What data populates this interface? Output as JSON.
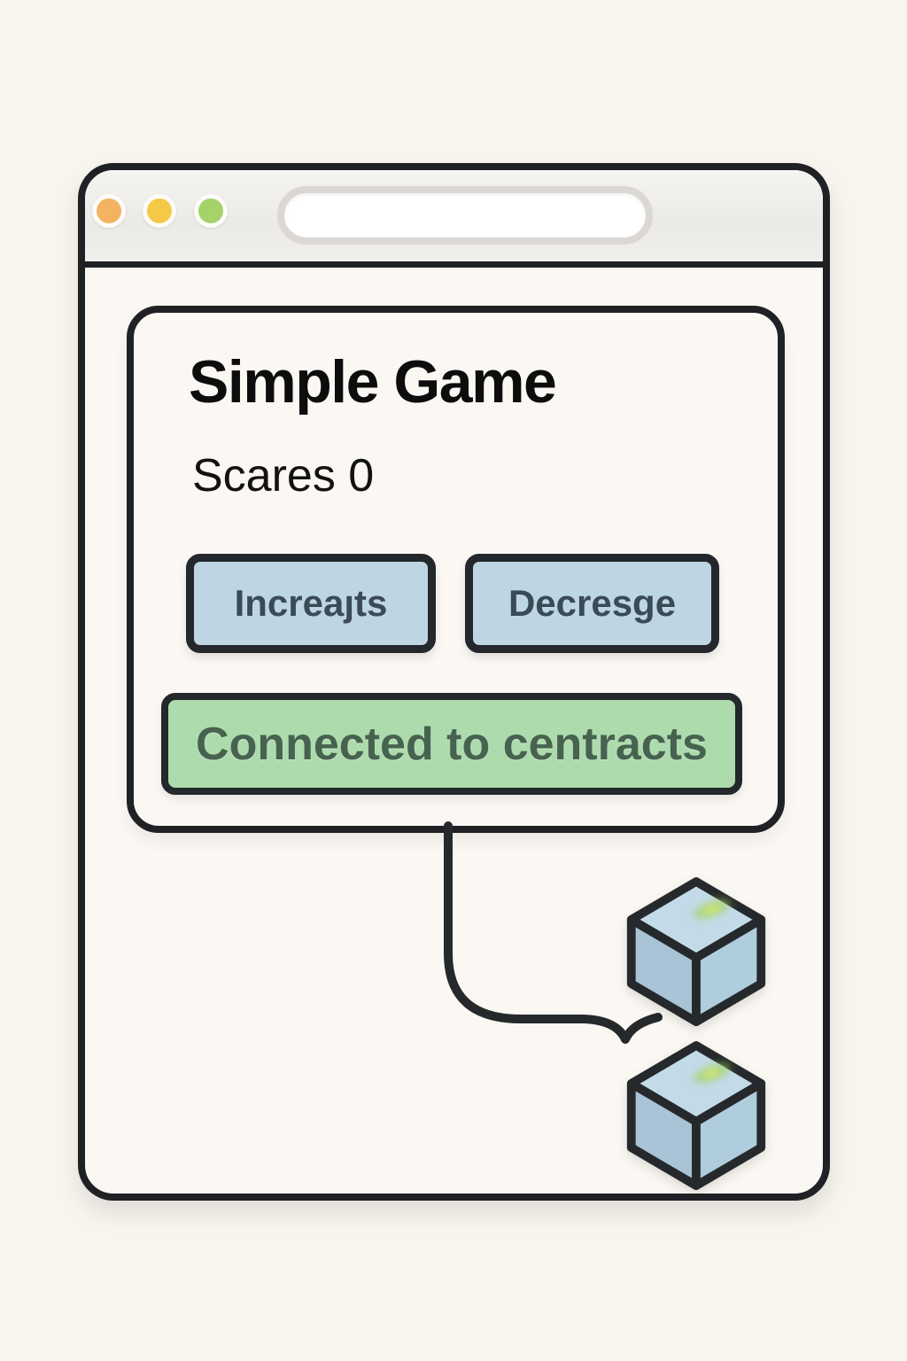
{
  "window": {
    "title_bar": {
      "traffic_lights": [
        {
          "name": "close-dot",
          "color": "#f3b360"
        },
        {
          "name": "minimize-dot",
          "color": "#f5c945"
        },
        {
          "name": "maximize-dot",
          "color": "#a6d26a"
        }
      ],
      "url_bar": {
        "value": "",
        "placeholder": ""
      }
    }
  },
  "card": {
    "title": "Simple Game",
    "score_text": "Scares 0",
    "increase_button": "Increaȷts",
    "decrease_button": "Decresge",
    "status_banner": "Connected to centracts"
  },
  "illustration": {
    "connector": "arrow-from-card-to-blockchain-cubes",
    "cubes": [
      {
        "name": "blockchain-cube-top"
      },
      {
        "name": "blockchain-cube-bottom"
      }
    ]
  },
  "colors": {
    "page_bg": "#f8f4ee",
    "window_bg": "#fbf8f3",
    "frame_border": "#202124",
    "chrome_bar_bg": "#f0eeea",
    "url_bar_border": "#dbd8d3",
    "button_bg": "#bed6e3",
    "button_text": "#3a4b57",
    "banner_bg": "#addbae",
    "banner_text": "#47624f",
    "cube_top_face": "#c3dbe8",
    "cube_left_face": "#a8c4d6",
    "cube_right_face": "#b0cddd",
    "cube_outline": "#26292c",
    "leaf_highlight_yellow": "#eef25f",
    "leaf_highlight_green": "#8bc75a"
  }
}
